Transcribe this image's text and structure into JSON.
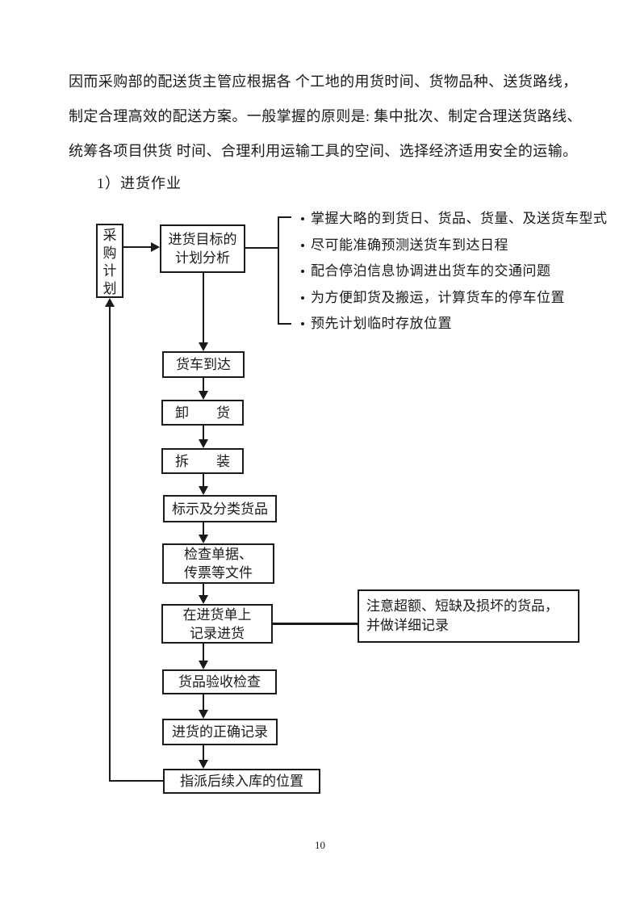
{
  "document": {
    "paragraph_lines": [
      "因而采购部的配送货主管应根据各 个工地的用货时间、货物品种、送货路线，",
      "制定合理高效的配送方案。一般掌握的原则是: 集中批次、制定合理送货路线、",
      "统筹各项目供货 时间、合理利用运输工具的空间、选择经济适用安全的运输。"
    ],
    "section_heading": "1）进货作业",
    "page_number": "10"
  },
  "flowchart": {
    "start_box_label": "采购计划",
    "analysis_box_label": "进货目标的\n计划分析",
    "analysis_bullets": [
      "掌握大略的到货日、货品、货量、及送货车型式",
      "尽可能准确预测送货车到达日程",
      "配合停泊信息协调进出货车的交通问题",
      "为方便卸货及搬运，计算货车的停车位置",
      "预先计划临时存放位置"
    ],
    "steps": [
      {
        "label": "货车到达"
      },
      {
        "label": "卸　　货"
      },
      {
        "label": "拆　　装"
      },
      {
        "label": "标示及分类货品"
      },
      {
        "label": "检查单据、\n传票等文件"
      },
      {
        "label": "在进货单上\n记录进货"
      },
      {
        "label": "货品验收检查"
      },
      {
        "label": "进货的正确记录"
      },
      {
        "label": "指派后续入库的位置"
      }
    ],
    "note_box_label": "注意超额、短缺及损坏的货品，\n并做详细记录",
    "colors": {
      "ink": "#1a1a1a",
      "background": "#ffffff"
    }
  }
}
